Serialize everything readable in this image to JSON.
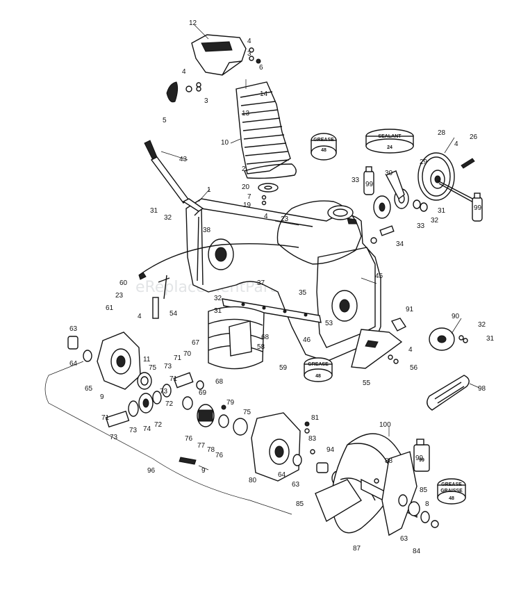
{
  "diagram": {
    "watermark": "eReplacementParts.com",
    "containers": {
      "grease_top": [
        "GREASE",
        "48"
      ],
      "sealant": [
        "SEALANT",
        "24"
      ],
      "grease_mid": [
        "GREASE",
        "48"
      ],
      "grease_bottom": [
        "GREASE",
        "GRAISSE",
        "48"
      ],
      "oil_can_label": "99"
    },
    "callouts": [
      "12",
      "4",
      "3",
      "6",
      "4",
      "3",
      "5",
      "14",
      "13",
      "10",
      "2",
      "43",
      "1",
      "20",
      "7",
      "19",
      "31",
      "32",
      "38",
      "4",
      "23",
      "28",
      "26",
      "4",
      "29",
      "30",
      "31",
      "32",
      "33",
      "33",
      "34",
      "99",
      "99",
      "45",
      "60",
      "23",
      "4",
      "54",
      "37",
      "32",
      "31",
      "35",
      "61",
      "63",
      "64",
      "11",
      "75",
      "65",
      "9",
      "73",
      "71",
      "70",
      "67",
      "68",
      "58",
      "59",
      "53",
      "46",
      "69",
      "72",
      "71",
      "73",
      "74",
      "73",
      "72",
      "76",
      "77",
      "78",
      "76",
      "79",
      "75",
      "81",
      "83",
      "94",
      "80",
      "64",
      "63",
      "85",
      "100",
      "88",
      "99",
      "85",
      "8",
      "63",
      "84",
      "87",
      "96",
      "9",
      "91",
      "90",
      "32",
      "31",
      "4",
      "56",
      "55",
      "98"
    ]
  }
}
